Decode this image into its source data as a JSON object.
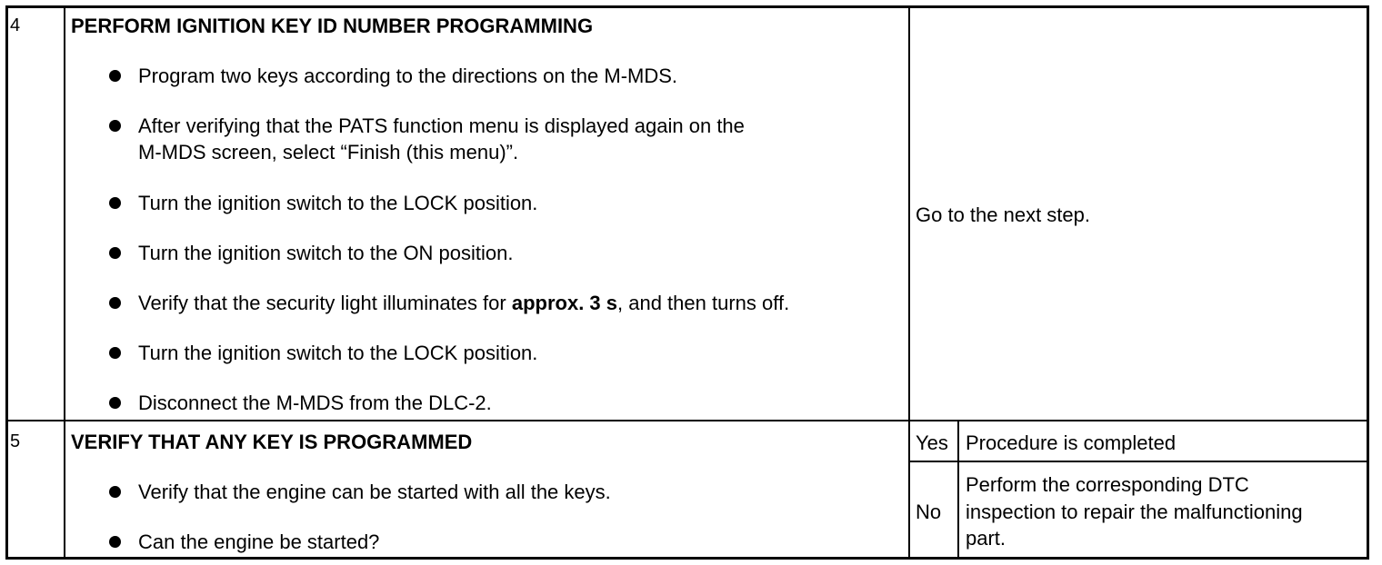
{
  "rows": [
    {
      "step": "4",
      "title": "PERFORM IGNITION KEY ID NUMBER PROGRAMMING",
      "bullets": [
        "Program two keys according to the directions on the M-MDS.",
        "After verifying that the PATS function menu is displayed again on the",
        "M-MDS screen, select “Finish (this menu)”.",
        "Turn the ignition switch to the LOCK position.",
        "Turn the ignition switch to the ON position.",
        "Verify that the security light illuminates for ",
        "approx. 3 s",
        ", and then turns off.",
        "Turn the ignition switch to the LOCK position.",
        "Disconnect the M-MDS from the DLC-2."
      ],
      "action": "Go to the next step."
    },
    {
      "step": "5",
      "title": "VERIFY THAT ANY KEY IS PROGRAMMED",
      "bullets": [
        "Verify that the engine can be started with all the keys.",
        "Can the engine be started?"
      ],
      "yes_label": "Yes",
      "yes_action": "Procedure is completed",
      "no_label": "No",
      "no_action_lines": [
        "Perform the corresponding DTC",
        "inspection to repair the malfunctioning",
        "part."
      ]
    }
  ]
}
